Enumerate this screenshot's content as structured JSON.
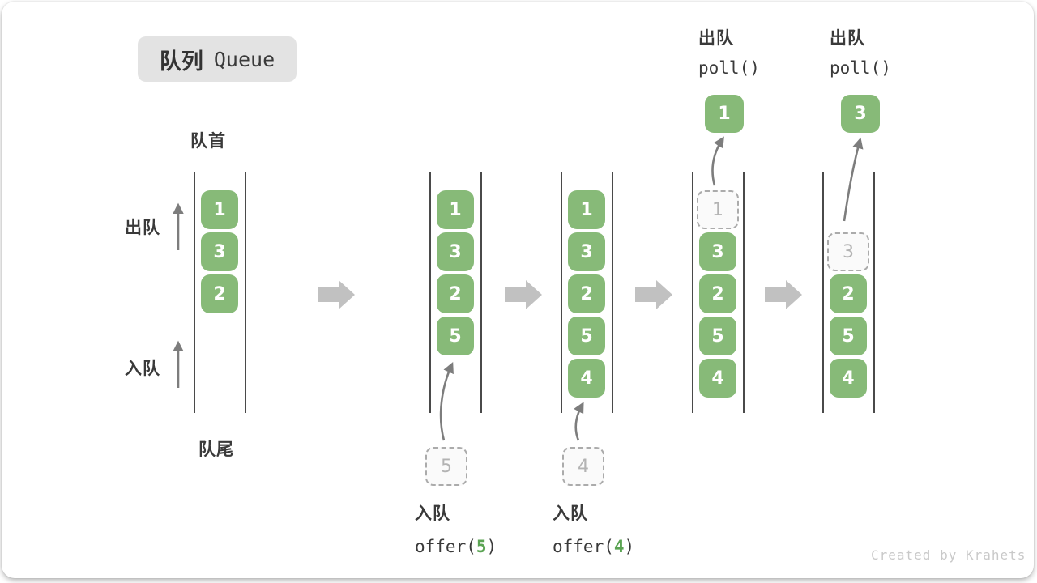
{
  "title": {
    "zh": "队列",
    "en": "Queue"
  },
  "labels": {
    "front": "队首",
    "rear": "队尾",
    "dequeue": "出队",
    "enqueue": "入队"
  },
  "ops": {
    "poll1": {
      "zh": "出队",
      "fn": "poll()",
      "value": "1"
    },
    "poll2": {
      "zh": "出队",
      "fn": "poll()",
      "value": "3"
    },
    "offer1": {
      "zh": "入队",
      "pre": "offer(",
      "arg": "5",
      "post": ")"
    },
    "offer2": {
      "zh": "入队",
      "pre": "offer(",
      "arg": "4",
      "post": ")"
    }
  },
  "queues": [
    {
      "blocks": [
        "1",
        "3",
        "2"
      ]
    },
    {
      "blocks": [
        "1",
        "3",
        "2",
        "5"
      ],
      "incoming": "5"
    },
    {
      "blocks": [
        "1",
        "3",
        "2",
        "5",
        "4"
      ],
      "incoming": "4"
    },
    {
      "ghost": "1",
      "blocks": [
        "3",
        "2",
        "5",
        "4"
      ]
    },
    {
      "ghost": "3",
      "blocks": [
        "2",
        "5",
        "4"
      ]
    }
  ],
  "watermark": "Created by Krahets",
  "colors": {
    "block-green": "#87ba78",
    "accent-green": "#5ba453",
    "thin-arrow": "#7d7d7d",
    "big-arrow": "#c1c1c1",
    "text-dark": "#3a3a3a",
    "ghost-border": "#ababab",
    "ghost-text": "#b3b3b3",
    "badge-bg": "#e3e3e3",
    "line-color": "#4a4a4a",
    "watermark": "#c9c9c9"
  }
}
